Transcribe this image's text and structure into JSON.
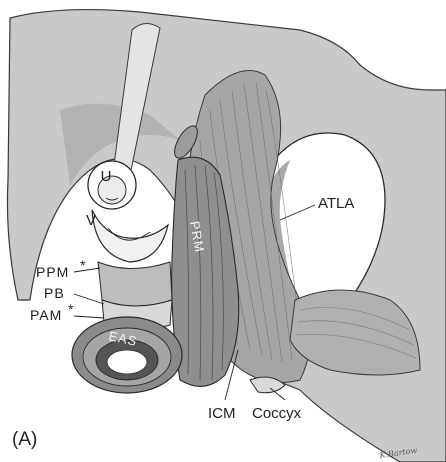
{
  "panel_label": "(A)",
  "labels": {
    "urethra": "U",
    "vagina": "V",
    "ppm": "PPM",
    "ppm_mark": "*",
    "pb": "PB",
    "pam": "PAM",
    "pam_mark": "*",
    "eas": "EAS",
    "prm": "PRM",
    "atla": "ATLA",
    "icm": "ICM",
    "coccyx": "Coccyx"
  },
  "signature": "K.Bartow",
  "colors": {
    "pelvic_wall": "#c8c8c8",
    "muscle": "#9a9a9a",
    "muscle_dark": "#5c5c5c",
    "line": "#2a2a2a",
    "label_text": "#222222",
    "background": "#ffffff"
  }
}
